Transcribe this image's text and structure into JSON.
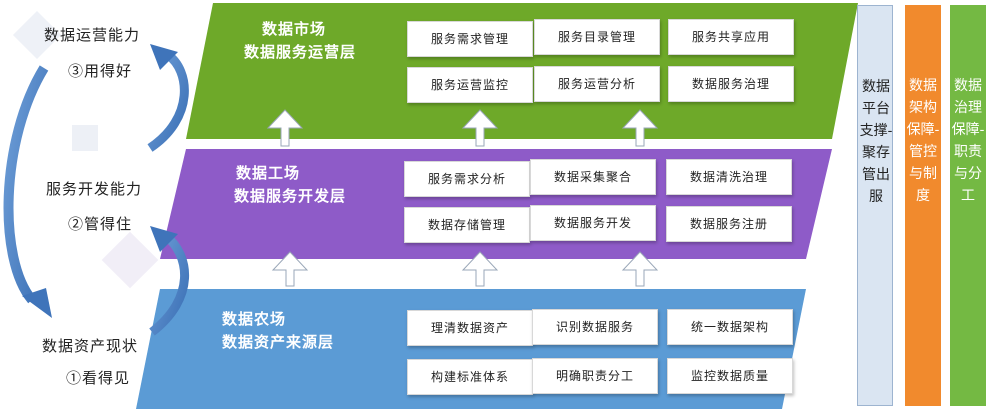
{
  "colors": {
    "market": "#6ea929",
    "factory": "#8e5bc8",
    "farm": "#5b9bd5",
    "platform": "#dae5f2",
    "architecture": "#f18a2d",
    "governance": "#74b943"
  },
  "left_labels": {
    "ops_capability": "数据运营能力",
    "ops_step": "③用得好",
    "dev_capability": "服务开发能力",
    "dev_step": "②管得住",
    "asset_status": "数据资产现状",
    "asset_step": "①看得见"
  },
  "layers": {
    "market": {
      "title1": "数据市场",
      "title2": "数据服务运营层",
      "items": [
        "服务需求管理",
        "服务目录管理",
        "服务共享应用",
        "服务运营监控",
        "服务运营分析",
        "数据服务治理"
      ]
    },
    "factory": {
      "title1": "数据工场",
      "title2": "数据服务开发层",
      "items": [
        "服务需求分析",
        "数据采集聚合",
        "数据清洗治理",
        "数据存储管理",
        "数据服务开发",
        "数据服务注册"
      ]
    },
    "farm": {
      "title1": "数据农场",
      "title2": "数据资产来源层",
      "items": [
        "理清数据资产",
        "识别数据服务",
        "统一数据架构",
        "构建标准体系",
        "明确职责分工",
        "监控数据质量"
      ]
    }
  },
  "columns": {
    "platform": "数据平台支撑-聚存管出服",
    "architecture": "数据架构保障-管控与制度",
    "governance": "数据治理保障-职责与分工"
  }
}
